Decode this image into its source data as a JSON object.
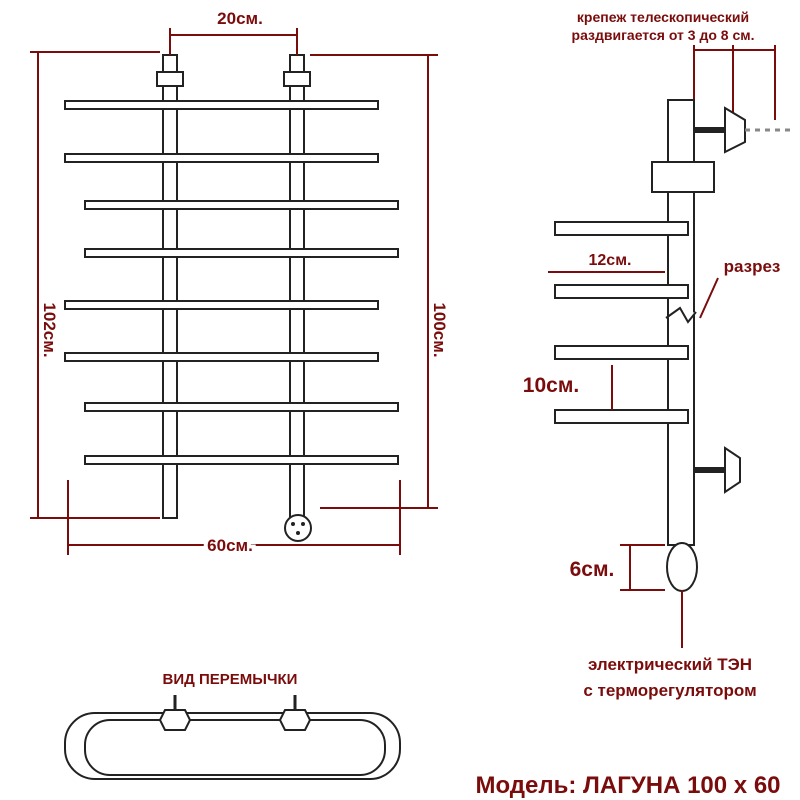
{
  "labels": {
    "top_spacing": "20см.",
    "width": "60см.",
    "height_total": "102см.",
    "height_pipes": "100см.",
    "mount_line1": "крепеж телескопический",
    "mount_line2": "раздвигается от 3 до 8 см.",
    "bar_depth": "12см.",
    "section": "разрез",
    "bar_spacing": "10см.",
    "element_height": "6см.",
    "heater_line1": "электрический   ТЭН",
    "heater_line2": "с терморегулятором",
    "jumper_view": "ВИД ПЕРЕМЫЧКИ",
    "model": "Модель: ЛАГУНА 100 х 60"
  },
  "colors": {
    "accent": "#7a0c0c",
    "outline": "#222222"
  }
}
